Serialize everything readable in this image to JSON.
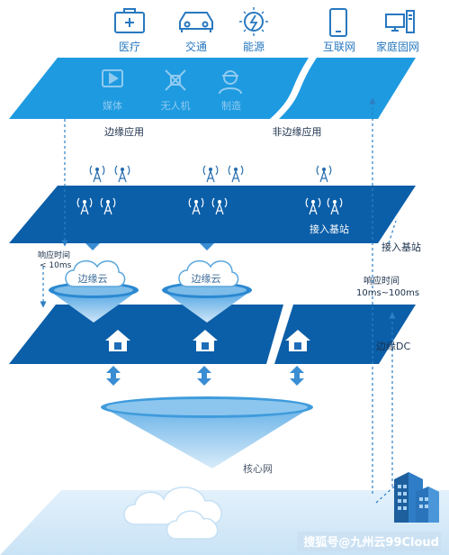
{
  "top_icons": [
    {
      "label": "医疗",
      "icon": "medical-kit-icon"
    },
    {
      "label": "交通",
      "icon": "car-icon"
    },
    {
      "label": "能源",
      "icon": "energy-icon"
    },
    {
      "label": "互联网",
      "icon": "smartphone-icon"
    },
    {
      "label": "家庭固网",
      "icon": "home-computer-icon"
    }
  ],
  "edge_app_icons": [
    {
      "label": "媒体",
      "icon": "video-icon"
    },
    {
      "label": "无人机",
      "icon": "drone-satellite-icon"
    },
    {
      "label": "制造",
      "icon": "engineer-icon"
    }
  ],
  "layers": {
    "edge_app": "边缘应用",
    "non_edge_app": "非边缘应用",
    "access_station": "接入基站",
    "edge_dc": "边缘DC",
    "core_network": "核心网",
    "edge_cloud": "边缘云"
  },
  "side_labels": {
    "access_station": "接入基站",
    "latency_left": "响应时间",
    "latency_left_value": "< 10ms",
    "latency_right": "响应时间",
    "latency_right_value": "10ms~100ms",
    "edge_dc": "边缘DC"
  },
  "watermark": "搜狐号@九州云99Cloud",
  "colors": {
    "light_blue": "#1e9ae0",
    "dark_blue": "#0b5ea8",
    "pale_blue": "#cde6f7",
    "funnel_blue": "#2d8fd6"
  }
}
